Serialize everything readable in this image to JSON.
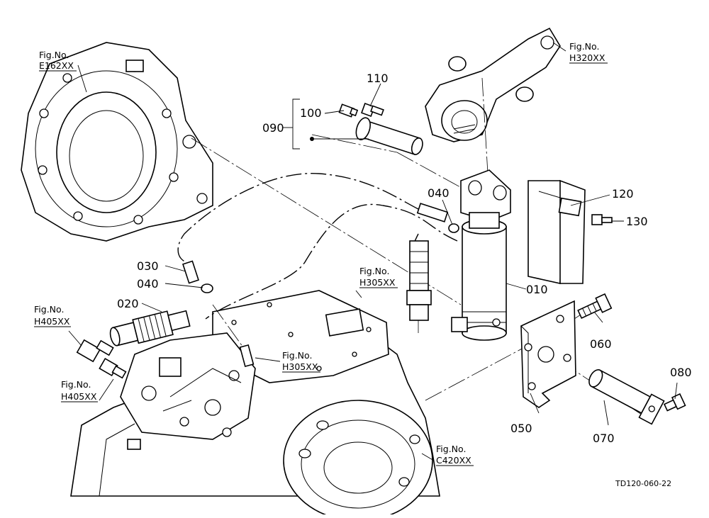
{
  "figure_refs": {
    "e162": {
      "line1": "Fig.No.",
      "line2": "E162XX"
    },
    "h320": {
      "line1": "Fig.No.",
      "line2": "H320XX"
    },
    "h305_top": {
      "line1": "Fig.No.",
      "line2": "H305XX"
    },
    "h305_bottom": {
      "line1": "Fig.No.",
      "line2": "H305XX"
    },
    "h405_upper": {
      "line1": "Fig.No.",
      "line2": "H405XX"
    },
    "h405_lower": {
      "line1": "Fig.No.",
      "line2": "H405XX"
    },
    "c420": {
      "line1": "Fig.No.",
      "line2": "C420XX"
    }
  },
  "part_labels": {
    "p010": "010",
    "p020": "020",
    "p030": "030",
    "p040_left": "040",
    "p040_right": "040",
    "p050": "050",
    "p060": "060",
    "p070": "070",
    "p080": "080",
    "p090": "090",
    "p100": "100",
    "p110": "110",
    "p120": "120",
    "p130": "130"
  },
  "drawing_code": "TD120-060-22"
}
